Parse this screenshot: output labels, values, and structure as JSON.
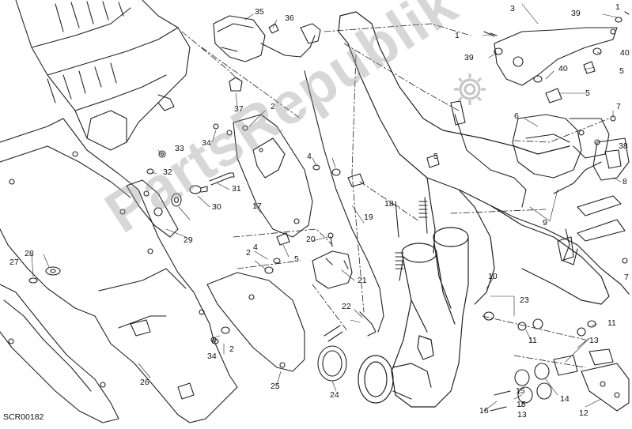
{
  "diagram": {
    "code": "SCR00182",
    "watermark": "PartsRepublik",
    "labels": [
      "1",
      "1",
      "2",
      "2",
      "2",
      "3",
      "4",
      "4",
      "5",
      "5",
      "5",
      "5",
      "6",
      "7",
      "7",
      "8",
      "9",
      "10",
      "11",
      "11",
      "12",
      "13",
      "13",
      "14",
      "15",
      "15",
      "16",
      "17",
      "18",
      "19",
      "20",
      "21",
      "22",
      "23",
      "24",
      "25",
      "26",
      "27",
      "28",
      "29",
      "30",
      "31",
      "32",
      "33",
      "34",
      "34",
      "35",
      "36",
      "37",
      "38",
      "39",
      "39",
      "40",
      "40"
    ]
  }
}
